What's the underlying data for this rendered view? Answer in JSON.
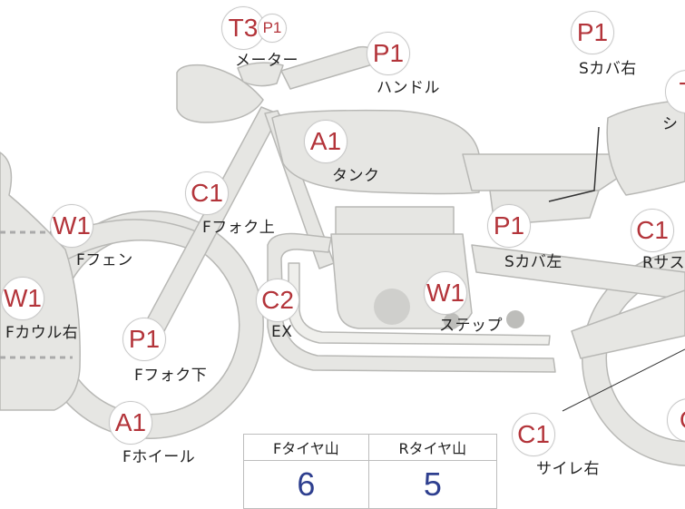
{
  "parts": [
    {
      "id": "meter",
      "code": "T3",
      "sub_code": "P1",
      "label": "メーター"
    },
    {
      "id": "handle",
      "code": "P1",
      "label": "ハンドル"
    },
    {
      "id": "side-cover-right",
      "code": "P1",
      "label": "Sカバ右"
    },
    {
      "id": "seat-top",
      "code": "T",
      "label": "シ"
    },
    {
      "id": "tank",
      "code": "A1",
      "label": "タンク"
    },
    {
      "id": "front-fork-upper",
      "code": "C1",
      "label": "Fフォク上"
    },
    {
      "id": "front-fender",
      "code": "W1",
      "label": "Fフェン"
    },
    {
      "id": "side-cover-left",
      "code": "P1",
      "label": "Sカバ左"
    },
    {
      "id": "rear-suspension",
      "code": "C1",
      "label": "Rサス"
    },
    {
      "id": "front-cowl-right",
      "code": "W1",
      "label": "Fカウル右"
    },
    {
      "id": "exhaust",
      "code": "C2",
      "label": "EX"
    },
    {
      "id": "step",
      "code": "W1",
      "label": "ステップ"
    },
    {
      "id": "front-fork-lower",
      "code": "P1",
      "label": "Fフォク下"
    },
    {
      "id": "front-wheel",
      "code": "A1",
      "label": "Fホイール"
    },
    {
      "id": "silencer-right",
      "code": "C1",
      "label": "サイレ右"
    },
    {
      "id": "rear-wheel",
      "code": "C",
      "label": ""
    }
  ],
  "tire_tread": {
    "front_label": "Fタイヤ山",
    "rear_label": "Rタイヤ山",
    "front_value": "6",
    "rear_value": "5"
  },
  "colors": {
    "bike_fill": "#e6e6e3",
    "bike_stroke": "#b8b8b5",
    "badge_text": "#b3343a",
    "value_text": "#2e3f8f"
  }
}
